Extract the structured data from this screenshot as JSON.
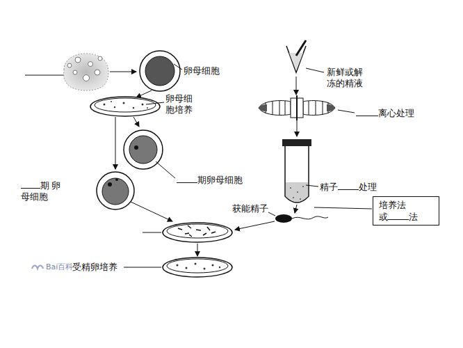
{
  "diagram": {
    "nodes": [
      {
        "text": [
          "培养法",
          "或",
          "法"
        ]
      }
    ],
    "labels": [
      "卵母细胞",
      "新鲜或解 冻的精液",
      "卵母细 胞培养",
      "离心处理",
      "期卵母细胞",
      "期 卵母细胞",
      "精子",
      "处理",
      "获能精子",
      "受精卵培养",
      "Bai百科"
    ]
  }
}
